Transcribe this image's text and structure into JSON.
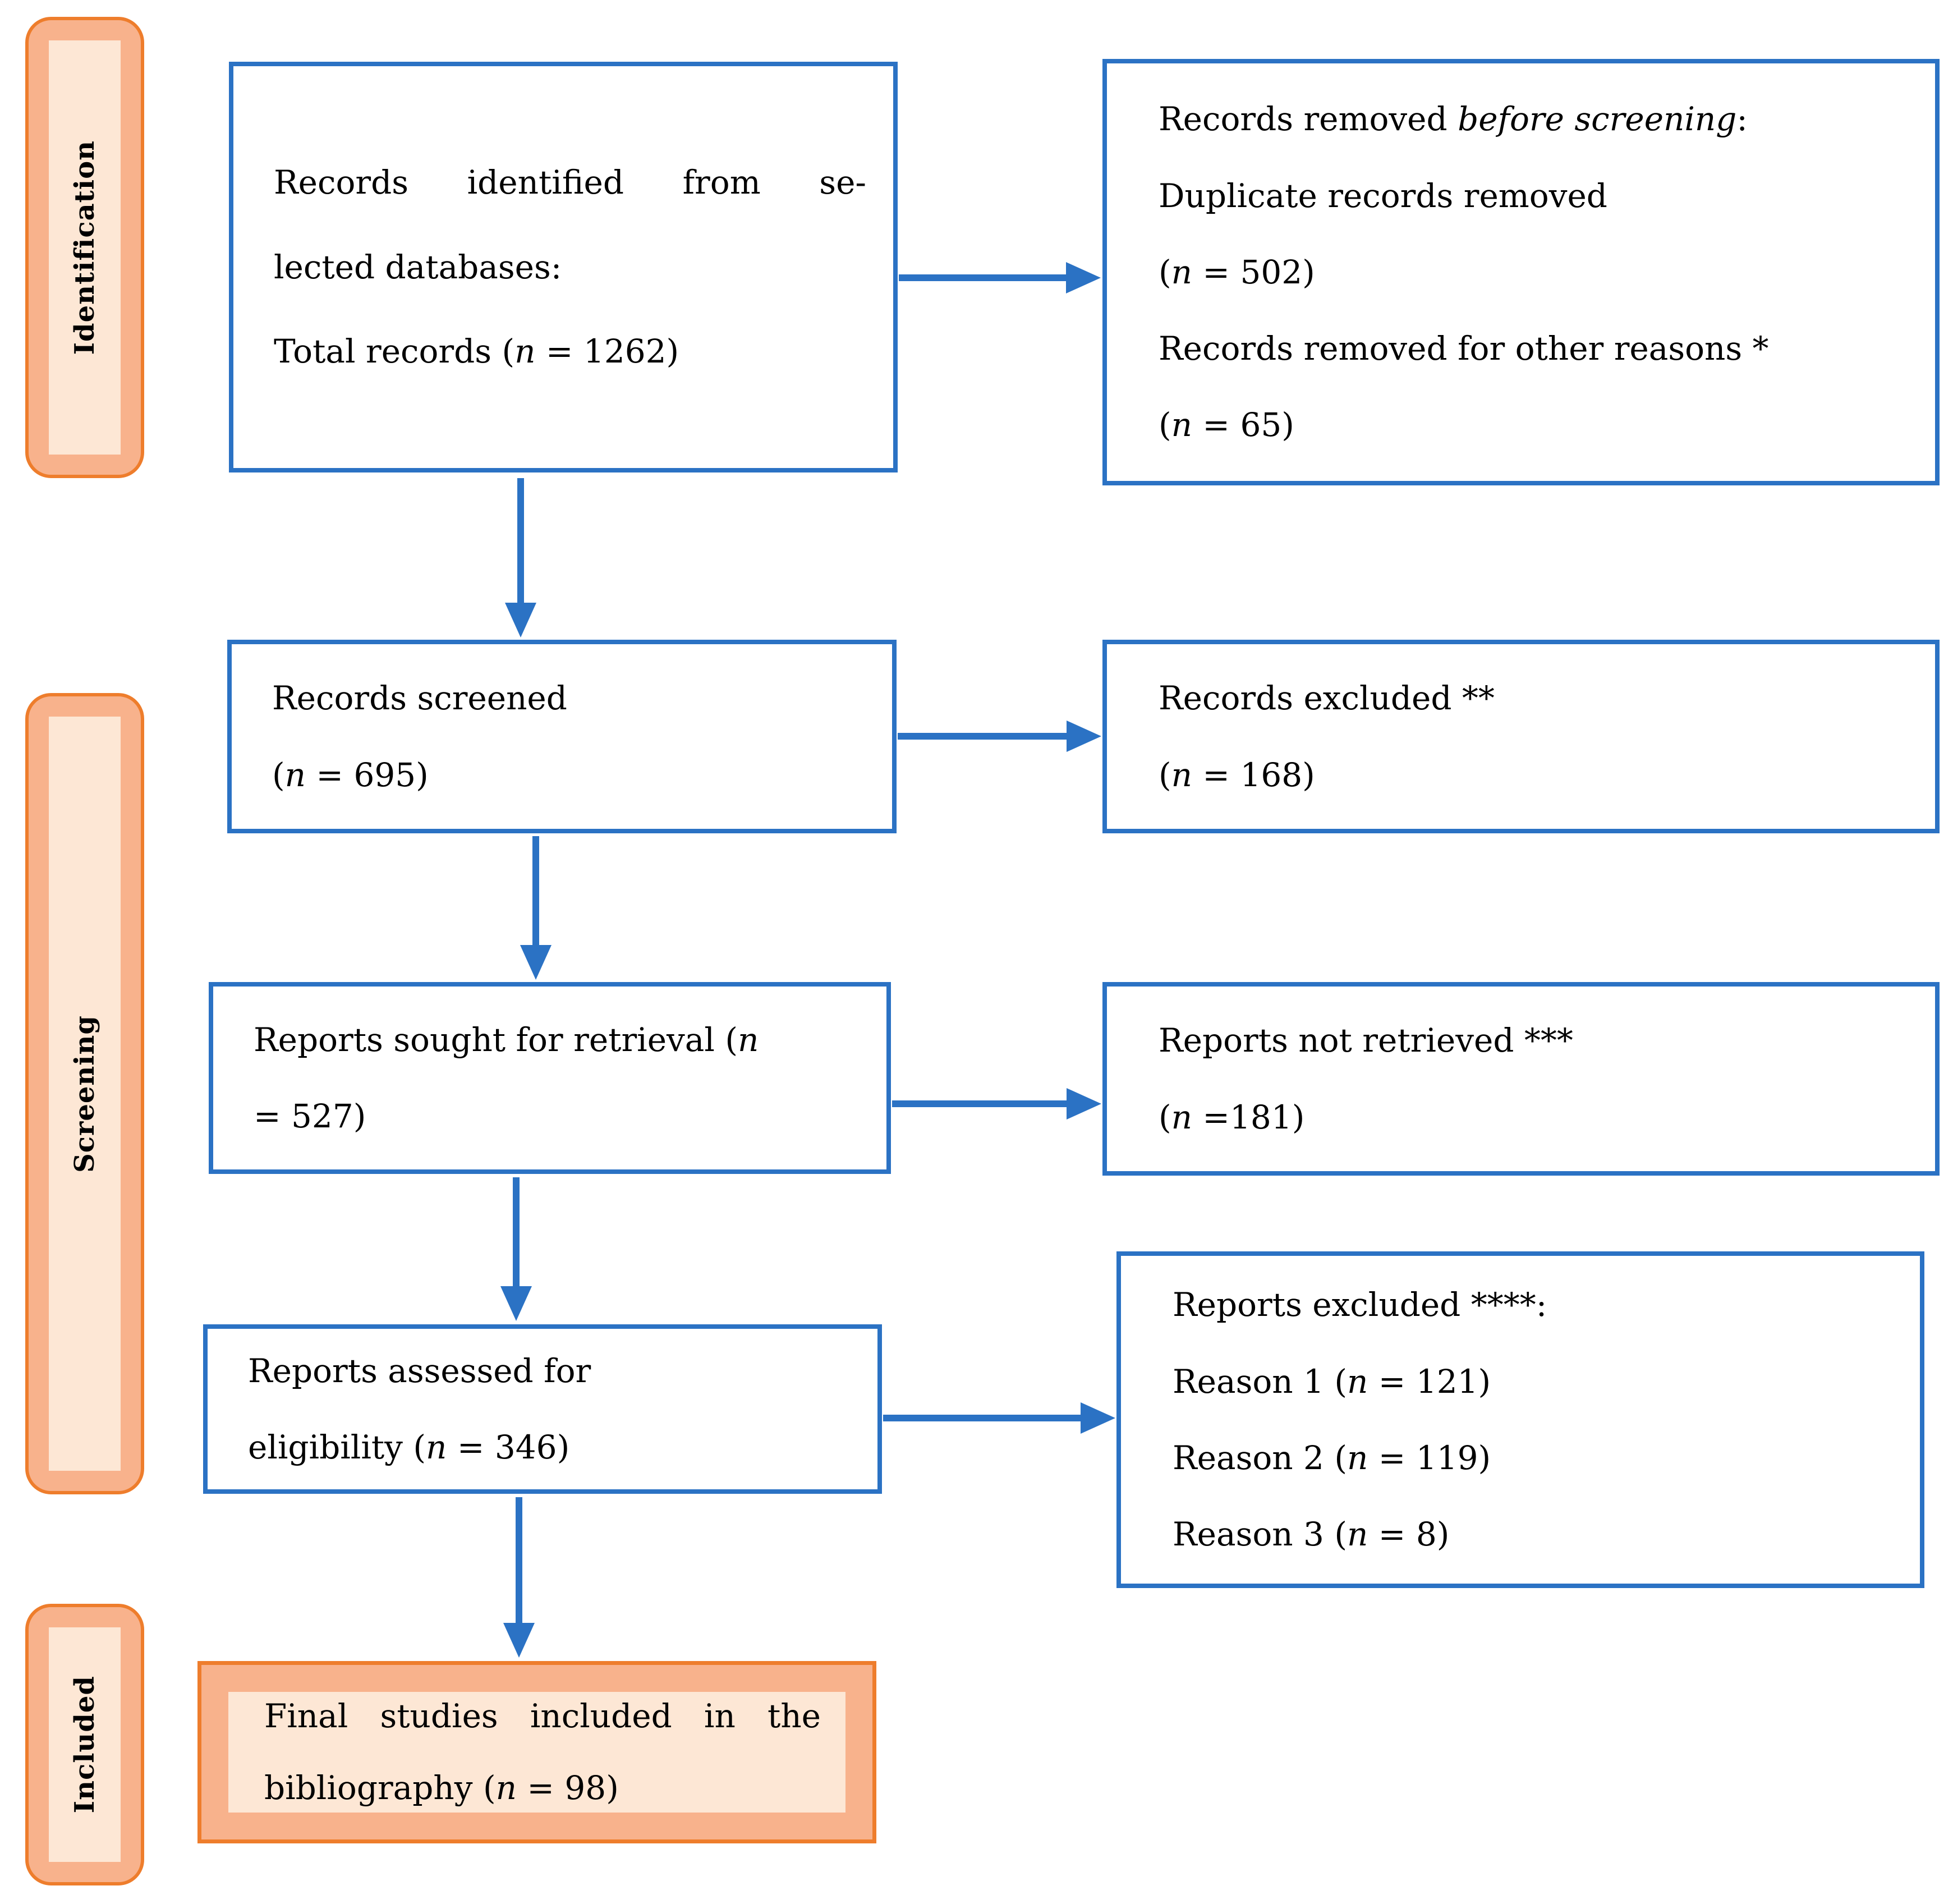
{
  "palette": {
    "blue": "#2B72C4",
    "orange-border": "#EE7D2C",
    "orange-mid": "#F8B28C",
    "orange-light": "#FDE7D5",
    "text": "#000000",
    "background": "#FFFFFF"
  },
  "stages": [
    {
      "label": "Identification"
    },
    {
      "label": "Screening"
    },
    {
      "label": "Included"
    }
  ],
  "boxes": {
    "identified": {
      "lines": [
        "Records identified from se-",
        "lected databases:",
        "Total records (_n_ = 1262)"
      ]
    },
    "removed_before_screening": {
      "lines": [
        "Records removed _before screening_:",
        "Duplicate records removed",
        "(_n_ = 502)",
        "Records removed for other reasons *",
        "(_n_ = 65)"
      ]
    },
    "screened": {
      "lines": [
        "Records screened",
        "(_n_ = 695)"
      ]
    },
    "records_excluded": {
      "lines": [
        "Records excluded **",
        "(_n_ = 168)"
      ]
    },
    "sought_for_retrieval": {
      "lines": [
        "Reports sought for retrieval (_n_",
        "= 527)"
      ]
    },
    "not_retrieved": {
      "lines": [
        "Reports not retrieved ***",
        "(_n_ =181)"
      ]
    },
    "assessed_for_eligibility": {
      "lines": [
        "Reports assessed for",
        "eligibility (_n_ = 346)"
      ]
    },
    "reports_excluded": {
      "lines": [
        "Reports excluded ****:",
        "Reason 1 (_n_ = 121)",
        "Reason 2 (_n_ = 119)",
        "Reason 3 (_n_ = 8)"
      ]
    },
    "final_included": {
      "lines": [
        "Final studies included in the",
        "bibliography (_n_ = 98)"
      ]
    }
  }
}
